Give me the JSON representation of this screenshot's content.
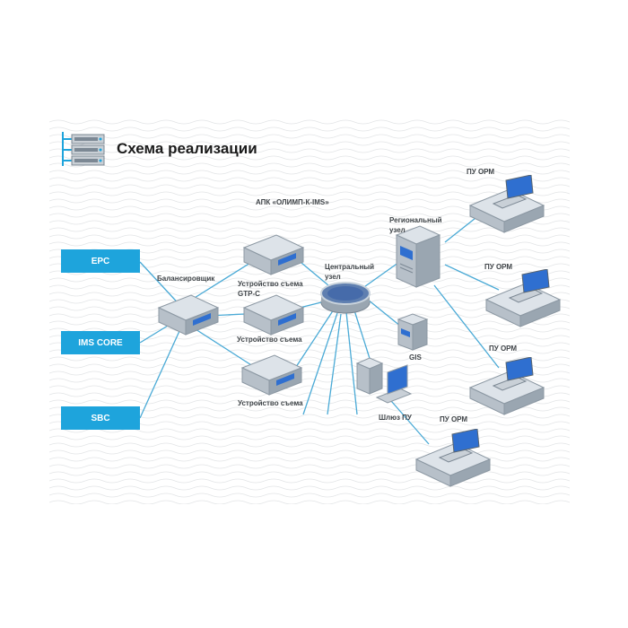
{
  "title": "Схема реализации",
  "apk_label": "АПК «ОЛИМП-К-IMS»",
  "left_boxes": [
    "EPC",
    "IMS CORE",
    "SBC"
  ],
  "labels": {
    "balancer": "Балансировщик",
    "capture_gtp_line1": "Устройство съема",
    "capture_gtp_line2": "GTP-C",
    "capture_2": "Устройство съема",
    "capture_3": "Устройство съема",
    "central_line1": "Центральный",
    "central_line2": "узел",
    "regional_line1": "Региональный",
    "regional_line2": "узел",
    "gis": "GIS",
    "gateway": "Шлюз ПУ",
    "orm_1": "ПУ ОРМ",
    "orm_2": "ПУ ОРМ",
    "orm_3": "ПУ ОРМ",
    "orm_4": "ПУ ОРМ"
  },
  "colors": {
    "box_fill": "#1ea4dc",
    "line": "#4aaad6",
    "device_top": "#dde3e9",
    "device_side": "#9aa6b1",
    "screen": "#2f6fd0"
  }
}
